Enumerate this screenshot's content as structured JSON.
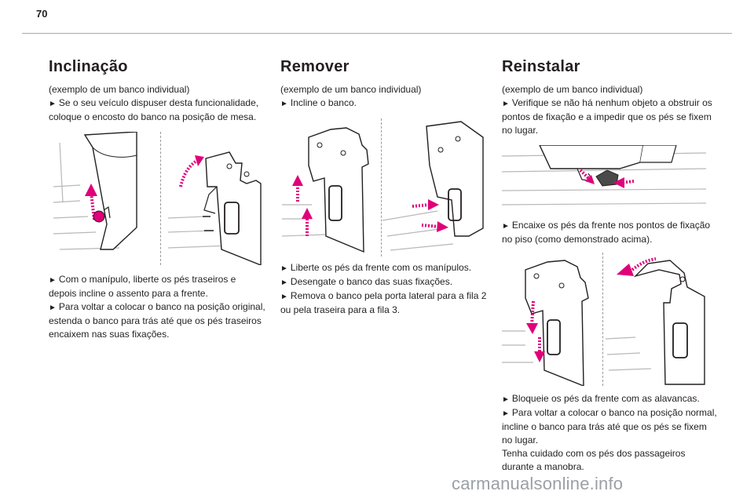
{
  "page_number": "70",
  "watermark": "carmanualsonline.info",
  "sections": {
    "inclinacao": {
      "title": "Inclinação",
      "intro": "(exemplo de um banco individual)",
      "steps": [
        "Se o seu veículo dispuser desta funcionalidade, coloque o encosto do banco na posição de mesa.",
        "Com o manípulo, liberte os pés traseiros e depois incline o assento para a frente.",
        "Para voltar a colocar o banco na posição original, estenda o banco para trás até que os pés traseiros encaixem nas suas fixações."
      ]
    },
    "remover": {
      "title": "Remover",
      "intro": "(exemplo de um banco individual)",
      "steps": [
        "Incline o banco.",
        "Liberte os pés da frente com os manípulos.",
        "Desengate o banco das suas fixações.",
        "Remova o banco pela porta lateral para a fila 2 ou pela traseira para a fila 3."
      ]
    },
    "reinstalar": {
      "title": "Reinstalar",
      "intro": "(exemplo de um banco individual)",
      "steps": [
        "Verifique se não há nenhum objeto a obstruir os pontos de fixação e a impedir que os pés se fixem no lugar.",
        "Encaixe os pés da frente nos pontos de fixação no piso (como demonstrado acima).",
        "Bloqueie os pés da frente com as alavancas.",
        "Para voltar a colocar o banco na posição normal, incline o banco para trás até que os pés se fixem no lugar."
      ],
      "note": "Tenha cuidado com os pés dos passageiros durante a manobra."
    }
  },
  "bullet_glyph": "►",
  "colors": {
    "accent": "#e0007a",
    "text": "#231f20",
    "rule": "#a7a9ac"
  }
}
